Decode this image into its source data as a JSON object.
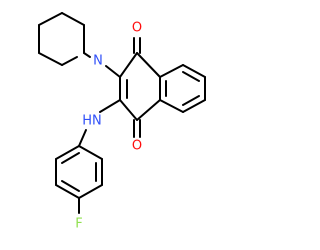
{
  "colors": {
    "background": "#ffffff",
    "bond": "#000000",
    "oxygen": "#ff0d0d",
    "nitrogen": "#3050f8",
    "fluorine": "#90e050"
  },
  "atoms": {
    "o_top": "O",
    "o_bottom": "O",
    "n_piperidine": "N",
    "nh_amine": "HN",
    "f": "F"
  }
}
